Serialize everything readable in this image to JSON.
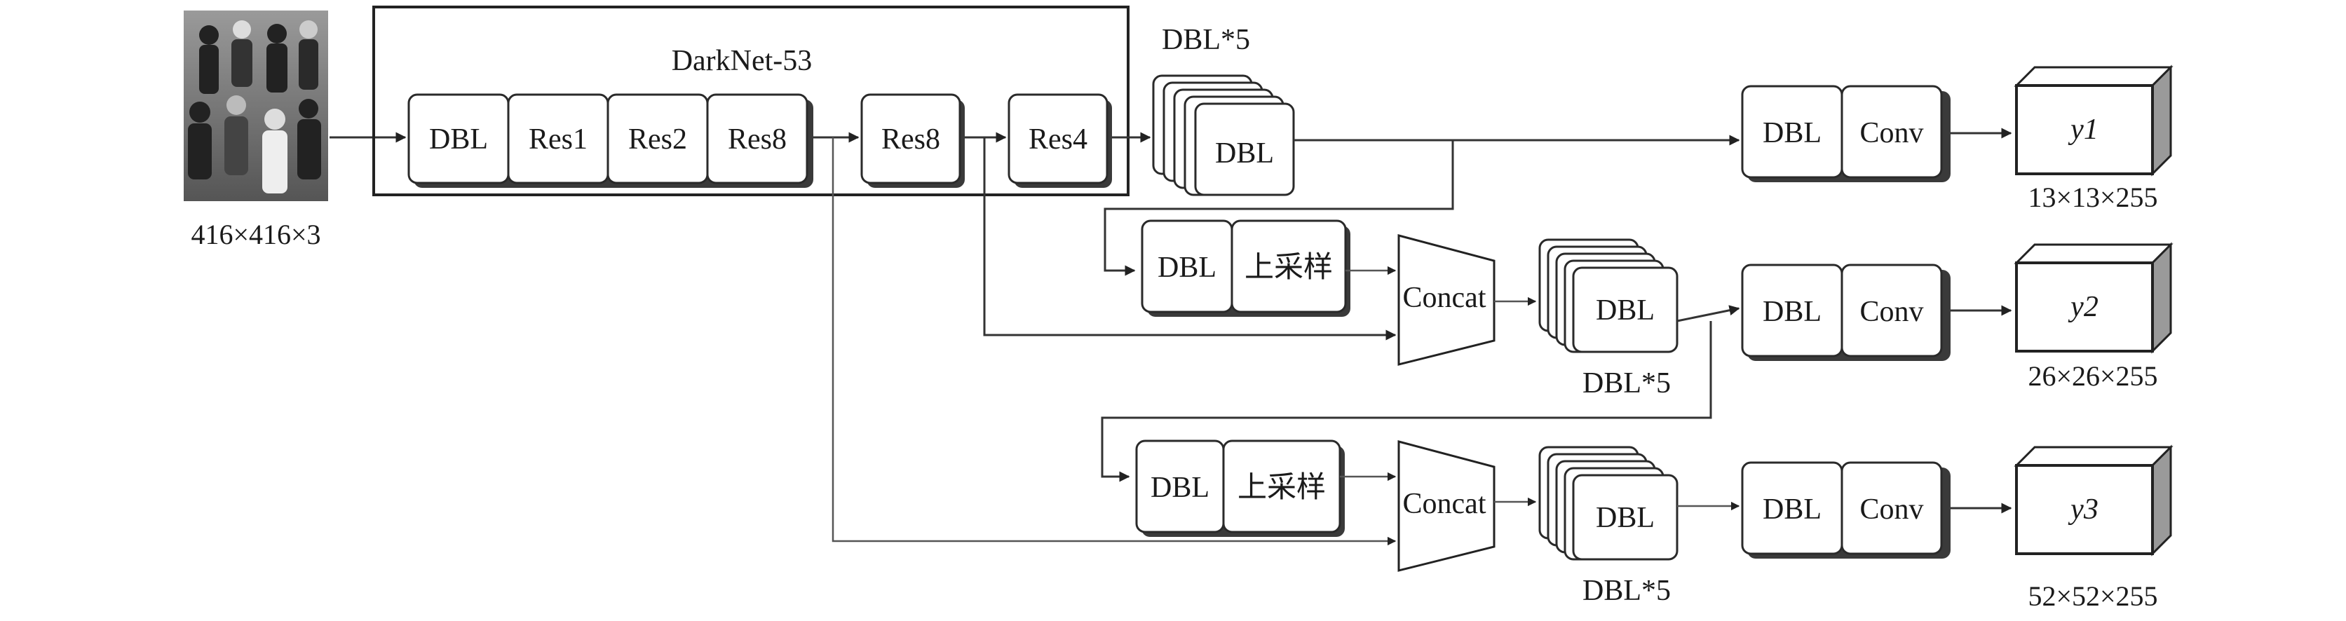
{
  "input": {
    "size_label": "416×416×3",
    "image_desc": "group-photo"
  },
  "backbone": {
    "title": "DarkNet-53",
    "blocks": [
      "DBL",
      "Res1",
      "Res2",
      "Res8",
      "Res8",
      "Res4"
    ]
  },
  "branch1": {
    "stack_label": "DBL*5",
    "stack_block": "DBL",
    "head": [
      "DBL",
      "Conv"
    ],
    "output": "y1",
    "output_size": "13×13×255"
  },
  "branch2": {
    "upsample": [
      "DBL",
      "上采样"
    ],
    "concat": "Concat",
    "stack_block": "DBL",
    "stack_label": "DBL*5",
    "head": [
      "DBL",
      "Conv"
    ],
    "output": "y2",
    "output_size": "26×26×255"
  },
  "branch3": {
    "upsample": [
      "DBL",
      "上采样"
    ],
    "concat": "Concat",
    "stack_block": "DBL",
    "stack_label": "DBL*5",
    "head": [
      "DBL",
      "Conv"
    ],
    "output": "y3",
    "output_size": "52×52×255"
  }
}
